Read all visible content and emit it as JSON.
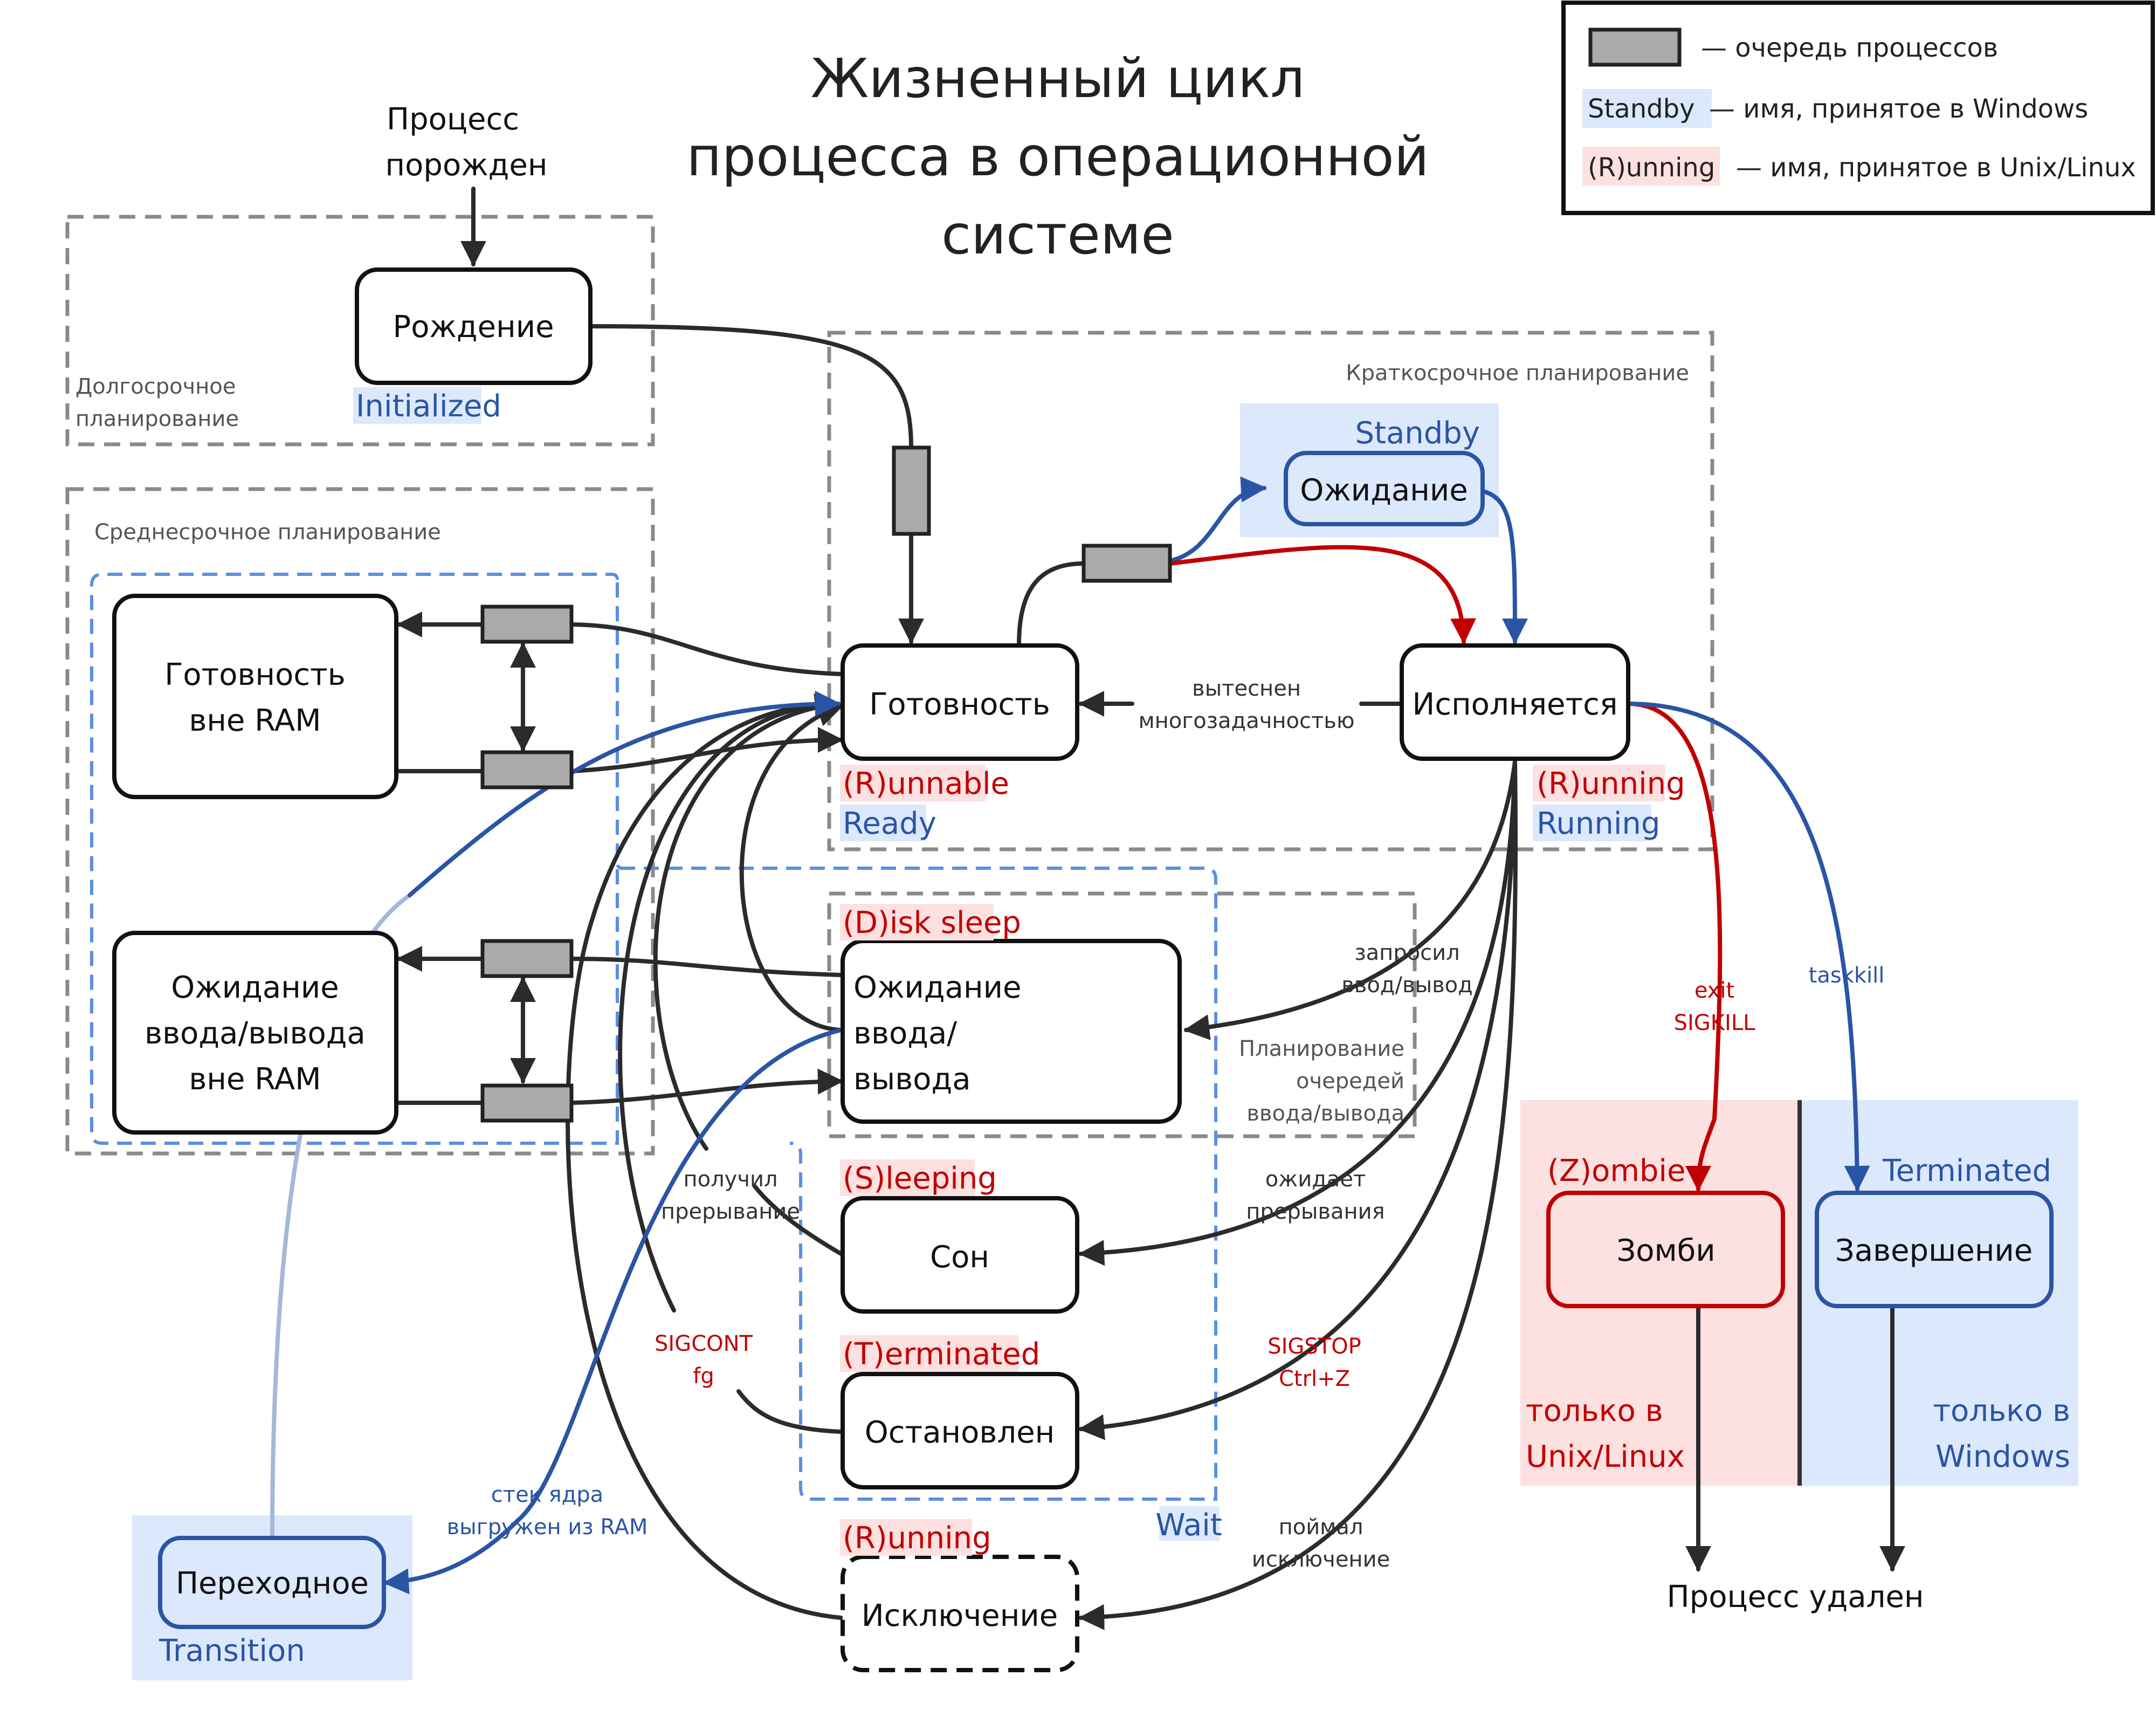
{
  "title": [
    "Жизненный цикл",
    "процесса в операционной",
    "системе"
  ],
  "legend": {
    "queue_text": "— очередь процессов",
    "standby_label": "Standby",
    "standby_text": "— имя, принятое в Windows",
    "running_label": "(R)unning",
    "running_text": "— имя, принятое в Unix/Linux"
  },
  "zones": {
    "long_term": [
      "Долгосрочное",
      "планирование"
    ],
    "medium_term": "Среднесрочное планирование",
    "short_term": "Краткосрочное планирование",
    "io_sched": [
      "Планирование",
      "очередей",
      "ввода/вывода"
    ],
    "wait": "Wait"
  },
  "start_text": [
    "Процесс",
    "порожден"
  ],
  "end_text": "Процесс удален",
  "states": {
    "birth": "Рождение",
    "ready_out": [
      "Готовность",
      "вне RAM"
    ],
    "io_out": [
      "Ожидание",
      "ввода/вывода",
      "вне RAM"
    ],
    "ready": "Готовность",
    "standby": "Ожидание",
    "running": "Исполняется",
    "io_wait": [
      "Ожидание",
      "ввода/",
      "вывода"
    ],
    "sleep": "Сон",
    "stopped": "Остановлен",
    "exception": "Исключение",
    "transition": "Переходное",
    "zombie": "Зомби",
    "terminated": "Завершение"
  },
  "tags": {
    "initialized": "Initialized",
    "standby": "Standby",
    "runnable": "(R)unnable",
    "ready": "Ready",
    "running_r": "(R)unning",
    "running": "Running",
    "disk_sleep": "(D)isk sleep",
    "sleeping": "(S)leeping",
    "terminated_t": "(T)erminated",
    "running_exc": "(R)unning",
    "transition": "Transition",
    "zombie_z": "(Z)ombie",
    "terminated": "Terminated"
  },
  "edges": {
    "preempted": [
      "вытеснен",
      "многозадачностью"
    ],
    "io_request": [
      "запросил",
      "ввод/вывод"
    ],
    "wait_interrupt": [
      "ожидает",
      "прерывания"
    ],
    "sigstop": [
      "SIGSTOP",
      "Ctrl+Z"
    ],
    "exception": [
      "поймал",
      "исключение"
    ],
    "got_interrupt": [
      "получил",
      "прерывание"
    ],
    "sigcont": [
      "SIGCONT",
      "fg"
    ],
    "kernel_stack": [
      "стек ядра",
      "выгружен из RAM"
    ],
    "exit": [
      "exit",
      "SIGKILL"
    ],
    "taskkill": "taskkill"
  },
  "only": {
    "unix": [
      "только в",
      "Unix/Linux"
    ],
    "windows": [
      "только в",
      "Windows"
    ]
  },
  "colors": {
    "red": "#c00000",
    "blue": "#2a55a5",
    "dark": "#2b2b2b",
    "queue": "#aaaaaa",
    "red_bg": "#fde0e0",
    "blue_bg": "#dce8fb"
  }
}
